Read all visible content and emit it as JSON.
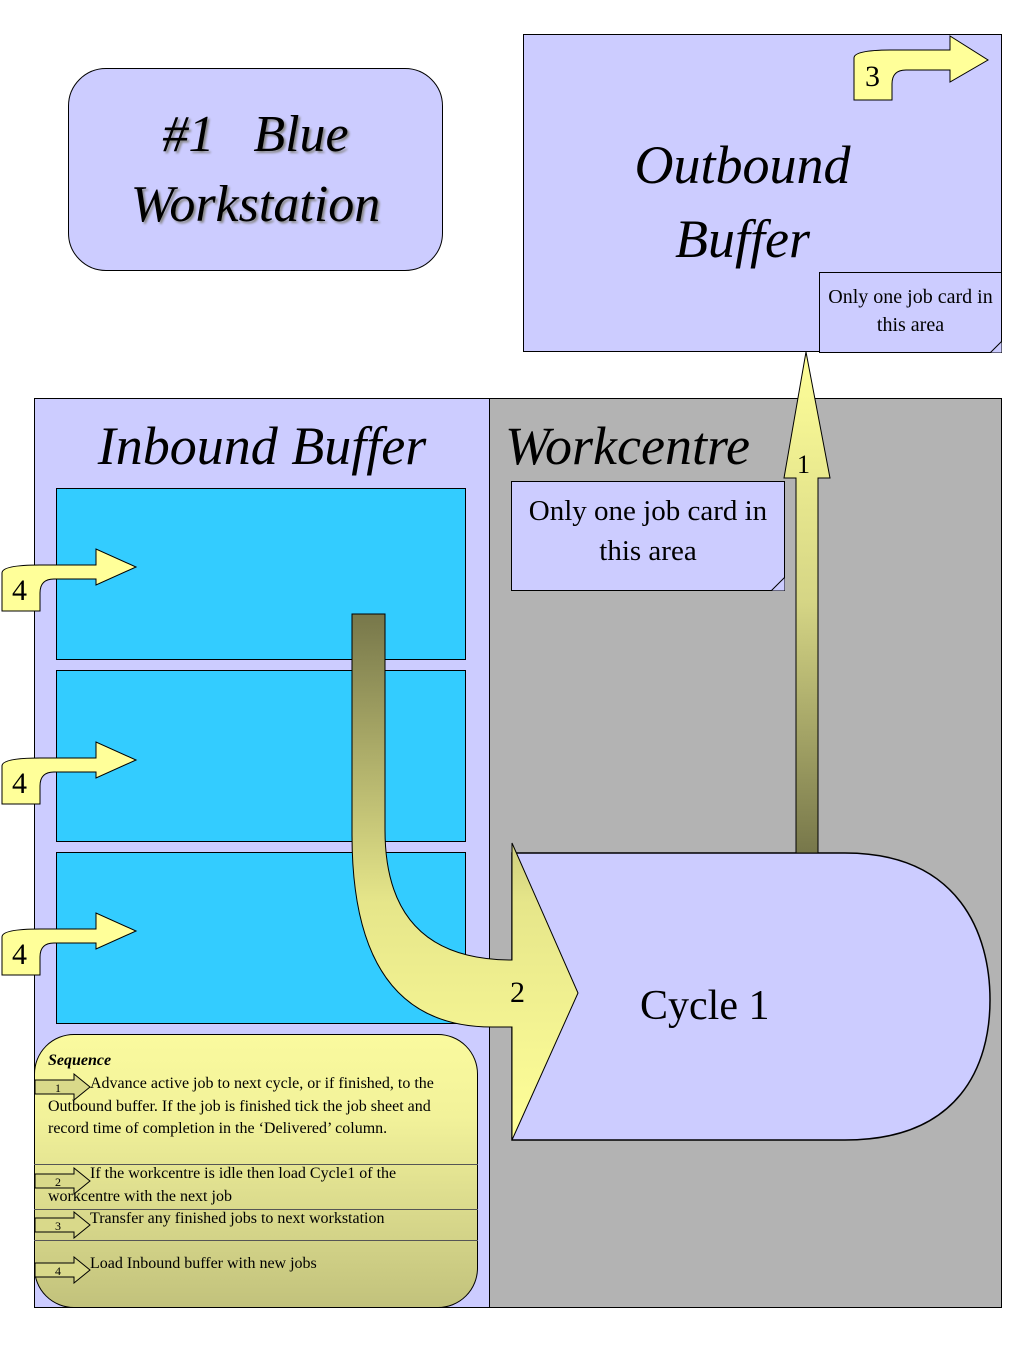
{
  "title": {
    "line1": "#1   Blue",
    "line2": "Workstation"
  },
  "outbound": {
    "title_line1": "Outbound",
    "title_line2": "Buffer",
    "note": "Only one job card in this area"
  },
  "inbound": {
    "title": "Inbound Buffer"
  },
  "workcentre": {
    "title": "Workcentre",
    "note": "Only one job card in this area",
    "cycle_label": "Cycle 1"
  },
  "arrow_labels": {
    "up": "1",
    "load": "2",
    "transfer": "3",
    "inbound": "4"
  },
  "sequence": {
    "title": "Sequence",
    "steps": [
      {
        "num": "1",
        "text": "Advance active job to next cycle, or if finished, to the Outbound buffer.  If the job is finished tick the job sheet and record time of completion in the ‘Delivered’ column."
      },
      {
        "num": "2",
        "text": "If the workcentre is idle then load Cycle1 of the workcentre with the next job"
      },
      {
        "num": "3",
        "text": "Transfer any finished jobs to next workstation"
      },
      {
        "num": "4",
        "text": "Load Inbound buffer with new jobs"
      }
    ]
  },
  "colors": {
    "lavender": "#ccccff",
    "cyan": "#33ccff",
    "gray": "#b3b3b3",
    "arrow_yellow": "#ffff99",
    "arrow_olive": "#77774a"
  }
}
